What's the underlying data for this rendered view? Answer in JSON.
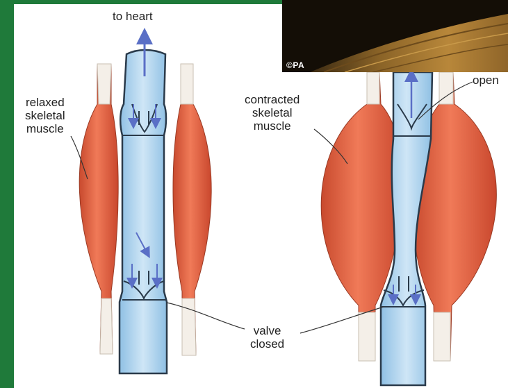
{
  "colors": {
    "green_border": "#1f7a3a",
    "vein_fill": "#b8daf0",
    "vein_outline": "#2a3a4a",
    "muscle": "#d9553a",
    "tendon": "#f3eee6",
    "flow_arrow": "#5a6fc6",
    "photo_dark": "#1a1208",
    "photo_wood": "#a57930"
  },
  "photo": {
    "credit": "©PA"
  },
  "labels": {
    "to_heart": "to heart",
    "relaxed_muscle": [
      "relaxed",
      "skeletal",
      "muscle"
    ],
    "contracted_muscle": [
      "contracted",
      "skeletal",
      "muscle"
    ],
    "open": "open",
    "valve_closed": [
      "valve",
      "closed"
    ]
  }
}
